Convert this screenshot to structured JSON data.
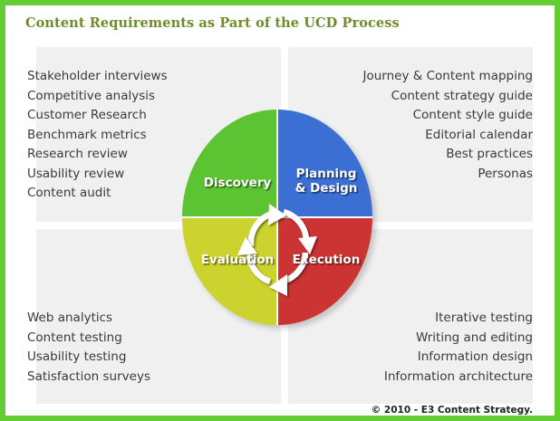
{
  "title": "Content Requirements as Part of the UCD Process",
  "colors": {
    "border": "#66cc33",
    "title_text": "#6f8c2a",
    "panel_bg": "#f0f0f0",
    "discovery": "#5cc433",
    "planning": "#3b6fd4",
    "evaluation": "#ccd22e",
    "execution": "#cc3333",
    "body_text": "#3a3a3a",
    "arrow": "#ffffff"
  },
  "quadrants": {
    "discovery": {
      "label": "Discovery",
      "items": [
        "Stakeholder interviews",
        "Competitive analysis",
        "Customer Research",
        "Benchmark metrics",
        "Research review",
        "Usability review",
        "Content audit"
      ]
    },
    "planning": {
      "label": "Planning\n& Design",
      "label_line1": "Planning",
      "label_line2": "& Design",
      "items": [
        "Journey & Content mapping",
        "Content strategy guide",
        "Content style guide",
        "Editorial calendar",
        "Best practices",
        "Personas"
      ]
    },
    "evaluation": {
      "label": "Evaluation",
      "items": [
        "Web analytics",
        "Content testing",
        "Usability testing",
        "Satisfaction surveys"
      ]
    },
    "execution": {
      "label": "Execution",
      "items": [
        "Iterative testing",
        "Writing and editing",
        "Information design",
        "Information architecture"
      ]
    }
  },
  "cycle": {
    "direction": "clockwise",
    "order": [
      "Discovery",
      "Planning & Design",
      "Execution",
      "Evaluation"
    ]
  },
  "footer": "© 2010 - E3 Content Strategy."
}
